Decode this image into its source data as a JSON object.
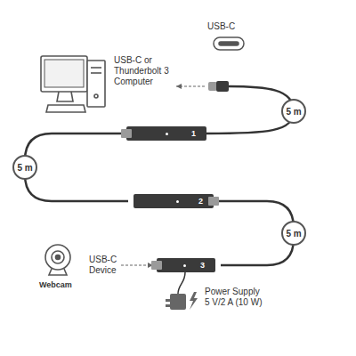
{
  "diagram": {
    "nodes": [
      {
        "text": [
          "1"
        ]
      },
      {
        "text": [
          "2"
        ]
      },
      {
        "text": [
          "3"
        ]
      }
    ],
    "edges": [
      {
        "from": 0,
        "to": 1,
        "arrow": "none",
        "label": "5 m"
      },
      {
        "from": 1,
        "to": 2,
        "arrow": "none",
        "label": "5 m"
      }
    ],
    "labels": [
      "USB-C",
      "USB-C or Thunderbolt 3 Computer",
      "5 m",
      "Webcam",
      "USB-C Device",
      "Power Supply 5 V/2 A (10 W)"
    ]
  }
}
